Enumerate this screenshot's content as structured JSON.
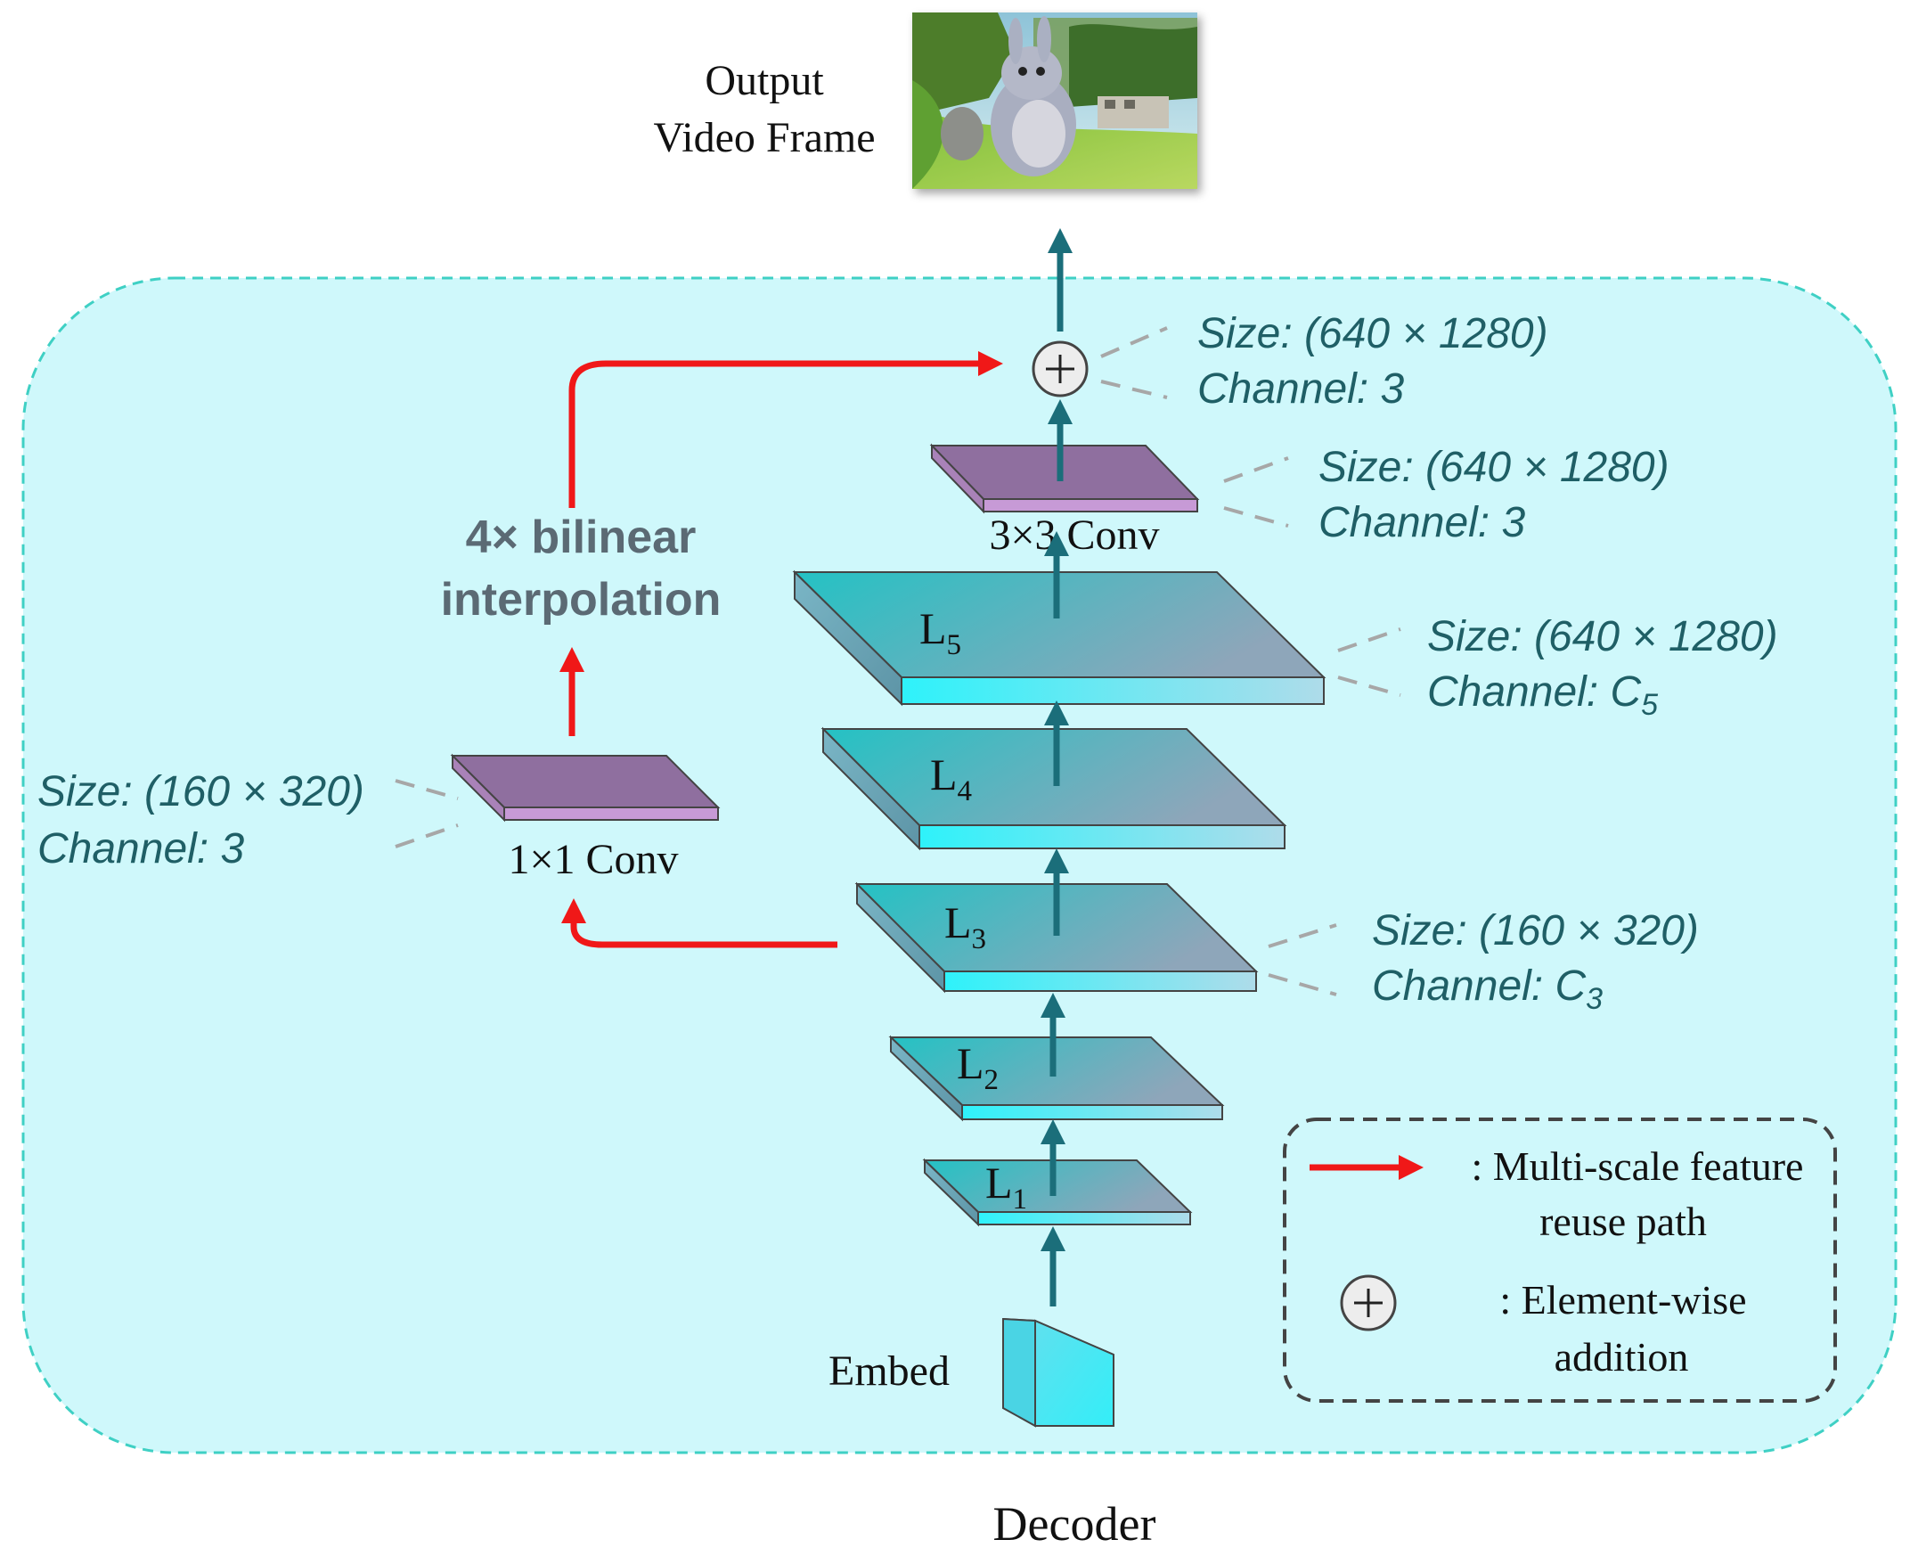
{
  "output_label": [
    "Output",
    "Video Frame"
  ],
  "layers": [
    {
      "id": "L1",
      "name": "L",
      "sub": "1"
    },
    {
      "id": "L2",
      "name": "L",
      "sub": "2"
    },
    {
      "id": "L3",
      "name": "L",
      "sub": "3"
    },
    {
      "id": "L4",
      "name": "L",
      "sub": "4"
    },
    {
      "id": "L5",
      "name": "L",
      "sub": "5"
    }
  ],
  "conv3_label": "3×3 Conv",
  "conv1_label": "1×1 Conv",
  "embed_label": "Embed",
  "interp_label": [
    "4× bilinear",
    "interpolation"
  ],
  "annotations": {
    "add": {
      "size": "Size: (640 × 1280)",
      "channel": "Channel: 3"
    },
    "conv3": {
      "size": "Size: (640 × 1280)",
      "channel": "Channel: 3"
    },
    "l5": {
      "size": "Size: (640 × 1280)",
      "channel_prefix": "Channel: C",
      "channel_sub": "5"
    },
    "l3": {
      "size": "Size: (160 × 320)",
      "channel_prefix": "Channel: C",
      "channel_sub": "3"
    },
    "conv1": {
      "size": "Size: (160 × 320)",
      "channel": "Channel: 3"
    }
  },
  "legend": {
    "arrow_text": [
      ": Multi-scale feature",
      "reuse path"
    ],
    "add_text": [
      ": Element-wise",
      "addition"
    ]
  },
  "caption": "Decoder",
  "colors": {
    "panel_fill": "#cff8fb",
    "panel_border": "#3fd0c4",
    "arrow_teal": "#1b6e7a",
    "reuse_red": "#f01818",
    "layer_top_a": "#2cc6c6",
    "layer_top_b": "#8aa8bc",
    "layer_front_a": "#30f0f8",
    "layer_front_b": "#a8dcec",
    "conv_top": "#8f6f9f",
    "conv_front": "#c79ad6"
  }
}
